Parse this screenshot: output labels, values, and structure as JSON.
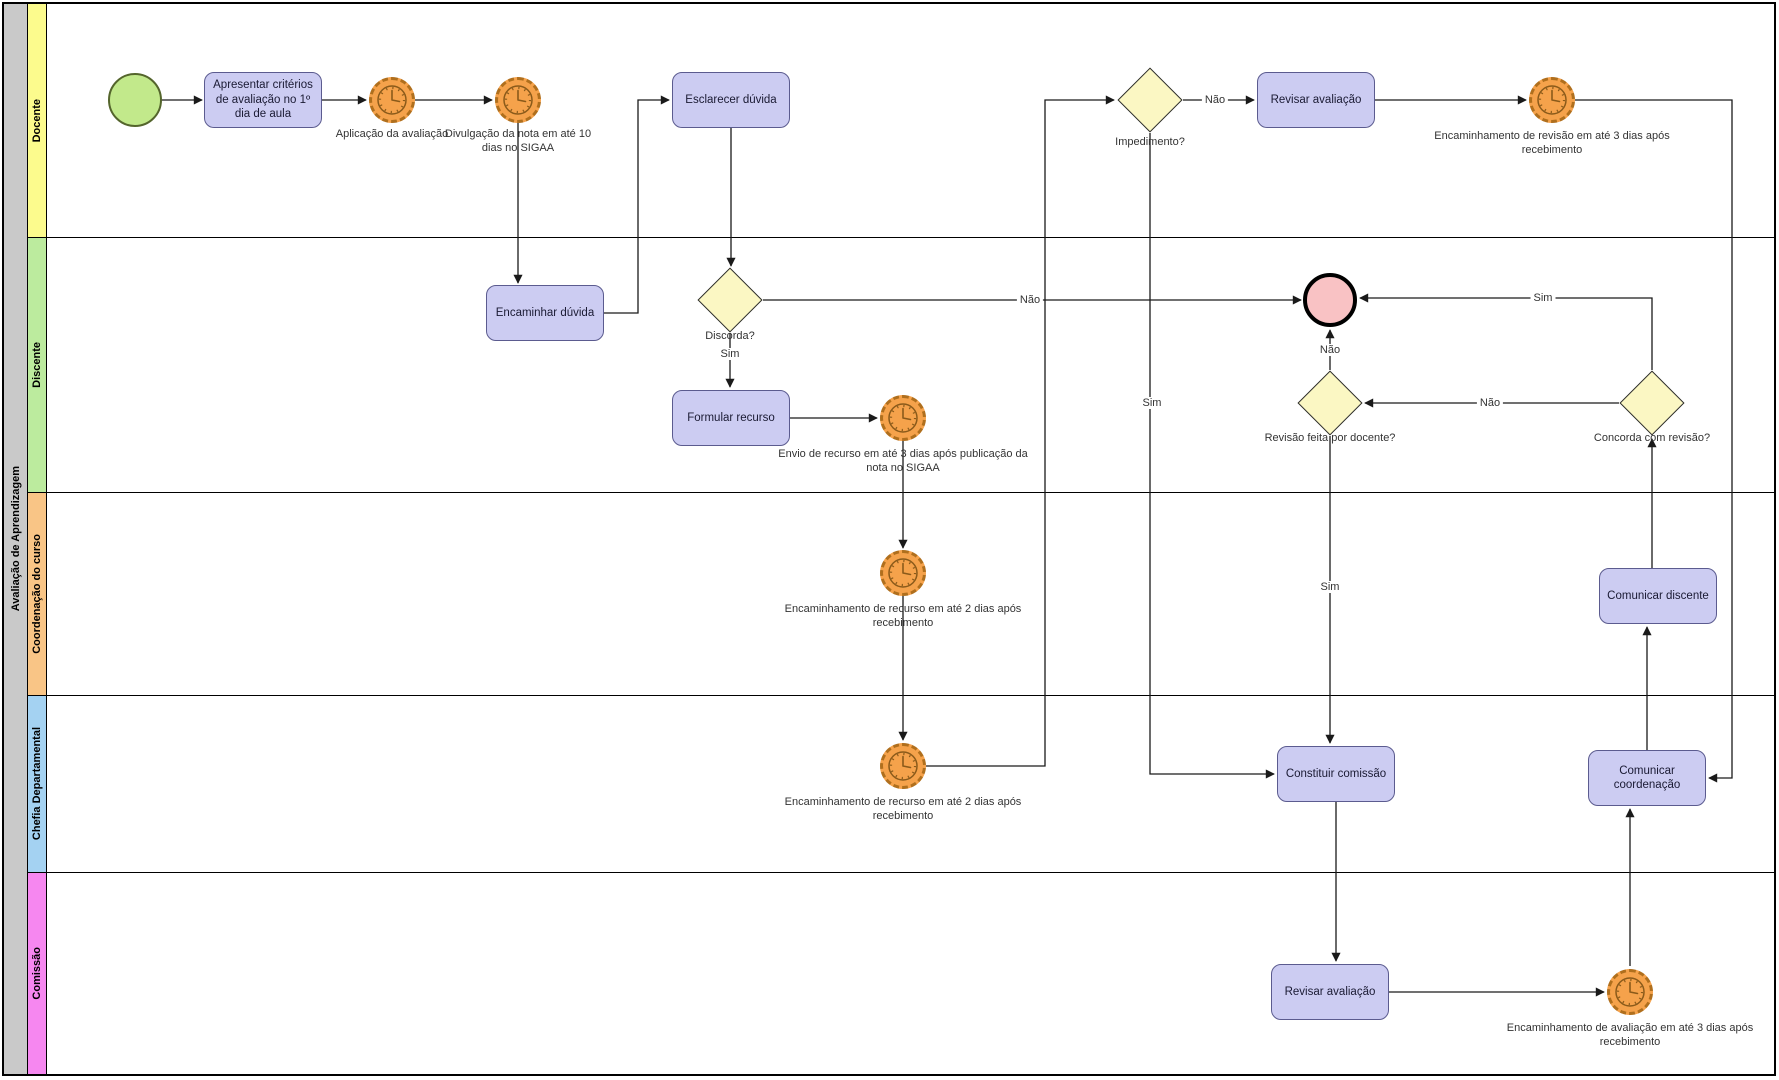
{
  "pool": {
    "title": "Avaliação de Aprendizagem"
  },
  "lanes": [
    {
      "label": "Docente",
      "color": "#FCFB8D"
    },
    {
      "label": "Discente",
      "color": "#BCEB9E"
    },
    {
      "label": "Coordenação do curso",
      "color": "#F9C586"
    },
    {
      "label": "Chefia Departamental",
      "color": "#A4D2F2"
    },
    {
      "label": "Comissão",
      "color": "#F687F0"
    }
  ],
  "events": [
    {
      "type": "start",
      "lane": "Docente"
    },
    {
      "type": "end",
      "lane": "Discente"
    }
  ],
  "tasks": [
    {
      "label": "Apresentar critérios de avaliação no 1º dia de aula",
      "lane": "Docente"
    },
    {
      "label": "Esclarecer dúvida",
      "lane": "Docente"
    },
    {
      "label": "Revisar avaliação",
      "lane": "Docente"
    },
    {
      "label": "Encaminhar dúvida",
      "lane": "Discente"
    },
    {
      "label": "Formular recurso",
      "lane": "Discente"
    },
    {
      "label": "Comunicar discente",
      "lane": "Coordenação do curso"
    },
    {
      "label": "Constituir comissão",
      "lane": "Chefia Departamental"
    },
    {
      "label": "Comunicar coordenação",
      "lane": "Chefia Departamental"
    },
    {
      "label": "Revisar avaliação",
      "lane": "Comissão"
    }
  ],
  "timer_events": [
    {
      "label": "Aplicação da avaliação",
      "lane": "Docente"
    },
    {
      "label": "Divulgação da nota em até 10 dias no SIGAA",
      "lane": "Docente"
    },
    {
      "label": "Encaminhamento de revisão em até 3 dias após recebimento",
      "lane": "Docente"
    },
    {
      "label": "Envio de recurso em até 3 dias após publicação da nota no SIGAA",
      "lane": "Discente"
    },
    {
      "label": "Encaminhamento de recurso em até 2 dias após recebimento",
      "lane": "Coordenação do curso"
    },
    {
      "label": "Encaminhamento de recurso em até 2 dias após recebimento",
      "lane": "Chefia Departamental"
    },
    {
      "label": "Encaminhamento de avaliação em até 3 dias após recebimento",
      "lane": "Comissão"
    }
  ],
  "gateways": [
    {
      "label": "Impedimento?",
      "lane": "Docente"
    },
    {
      "label": "Discorda?",
      "lane": "Discente"
    },
    {
      "label": "Revisão feita por docente?",
      "lane": "Discente"
    },
    {
      "label": "Concorda com revisão?",
      "lane": "Discente"
    }
  ],
  "flow_labels": {
    "impedimento_nao": "Não",
    "impedimento_sim": "Sim",
    "discorda_nao": "Não",
    "discorda_sim": "Sim",
    "revisao_docente_nao": "Não",
    "revisao_docente_sim": "Sim",
    "concorda_nao": "Não",
    "concorda_sim": "Sim"
  },
  "colors": {
    "task_fill": "#CCCCF2",
    "task_border": "#5B5B8F",
    "timer_fill": "#F5A24B",
    "timer_border": "#B06F1D",
    "gateway_fill": "#FBF7C3",
    "start_event_fill": "#C2E98B",
    "end_event_fill": "#F9C2C4",
    "pool_strip": "#C9C9C9"
  }
}
